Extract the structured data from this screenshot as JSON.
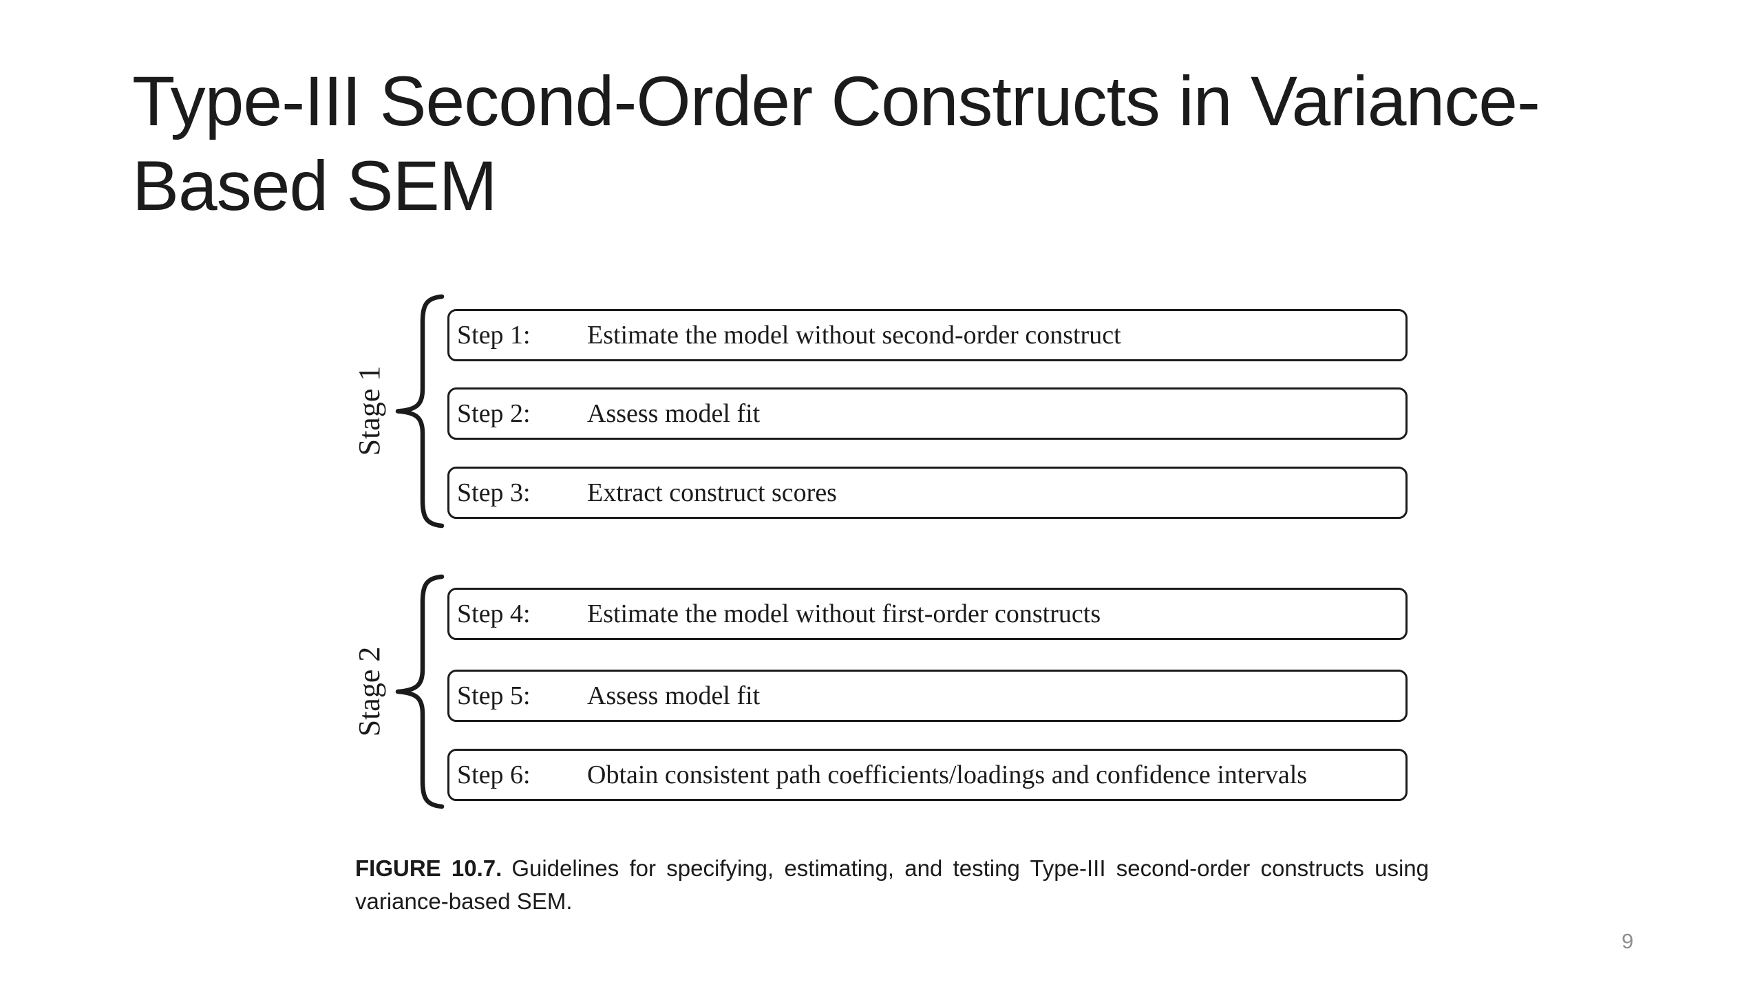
{
  "slide": {
    "title": {
      "line1": "Type-III Second-Order Constructs in Variance-",
      "line2": "Based SEM"
    },
    "page_number": "9"
  },
  "figure": {
    "stages": [
      {
        "label": "Stage 1",
        "steps": [
          {
            "label": "Step 1:",
            "text": "Estimate the model without second-order construct"
          },
          {
            "label": "Step 2:",
            "text": "Assess model fit"
          },
          {
            "label": "Step 3:",
            "text": "Extract construct scores"
          }
        ]
      },
      {
        "label": "Stage 2",
        "steps": [
          {
            "label": "Step 4:",
            "text": "Estimate the model without first-order constructs"
          },
          {
            "label": "Step 5:",
            "text": "Assess model fit"
          },
          {
            "label": "Step 6:",
            "text": "Obtain consistent path coefficients/loadings and confidence intervals"
          }
        ]
      }
    ],
    "caption": {
      "label": "FIGURE 10.7.",
      "text": "Guidelines for specifying, estimating, and testing Type-III second-order constructs using variance-based SEM."
    }
  },
  "colors": {
    "ink": "#1b1b1b",
    "page_number": "#8f8f8f"
  }
}
